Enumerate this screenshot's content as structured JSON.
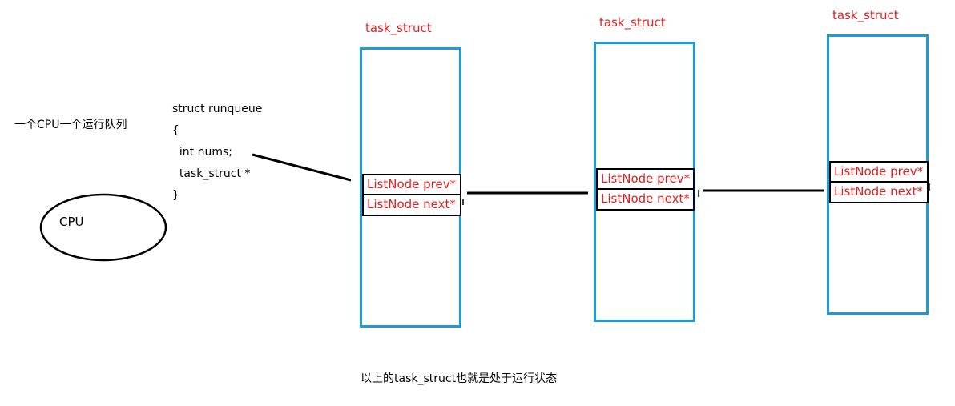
{
  "note": "一个CPU一个运行队列",
  "cpu": {
    "label": "CPU"
  },
  "runqueue": {
    "lines": [
      "struct runqueue",
      "{",
      "  int nums;",
      "  task_struct *",
      "}"
    ]
  },
  "tasks": [
    {
      "title": "task_struct",
      "prev": "ListNode prev*",
      "next": "ListNode next*"
    },
    {
      "title": "task_struct",
      "prev": "ListNode prev*",
      "next": "ListNode next*"
    },
    {
      "title": "task_struct",
      "prev": "ListNode prev*",
      "next": "ListNode next*"
    }
  ],
  "caption": "以上的task_struct也就是处于运行状态",
  "colors": {
    "box_border": "#1e9ad6",
    "field_text": "#e02020",
    "text": "#000000"
  }
}
